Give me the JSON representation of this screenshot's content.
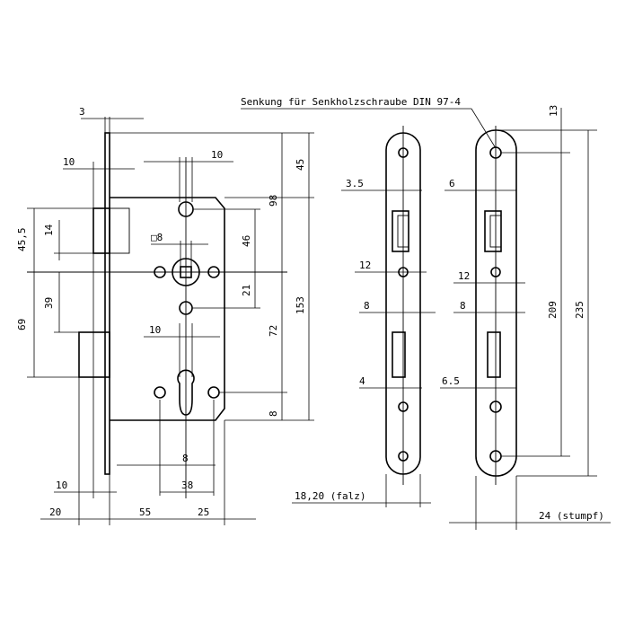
{
  "title": "Senkung für Senkholzschraube DIN 97-4",
  "square_label": "□8",
  "labels": {
    "faceplate": "3",
    "bolt_w": "10",
    "follower_w": "10",
    "left_45_5": "45,5",
    "left_14": "14",
    "left_39": "39",
    "left_69": "69",
    "right_45": "45",
    "right_98": "98",
    "right_46": "46",
    "right_21": "21",
    "right_72": "72",
    "right_153": "153",
    "right_8": "8",
    "mid_10": "10",
    "mid_8": "8",
    "mid_38": "38",
    "bot_10": "10",
    "bot_20": "20",
    "bot_55": "55",
    "bot_25": "25",
    "fp1_3_5": "3.5",
    "fp1_12": "12",
    "fp1_8": "8",
    "fp1_4": "4",
    "fp2_6": "6",
    "fp2_12": "12",
    "fp2_8": "8",
    "fp2_6_5": "6.5",
    "falz": "18,20 (falz)",
    "stumpf": "24 (stumpf)",
    "fp_13": "13",
    "fp_209": "209",
    "fp_235": "235"
  }
}
